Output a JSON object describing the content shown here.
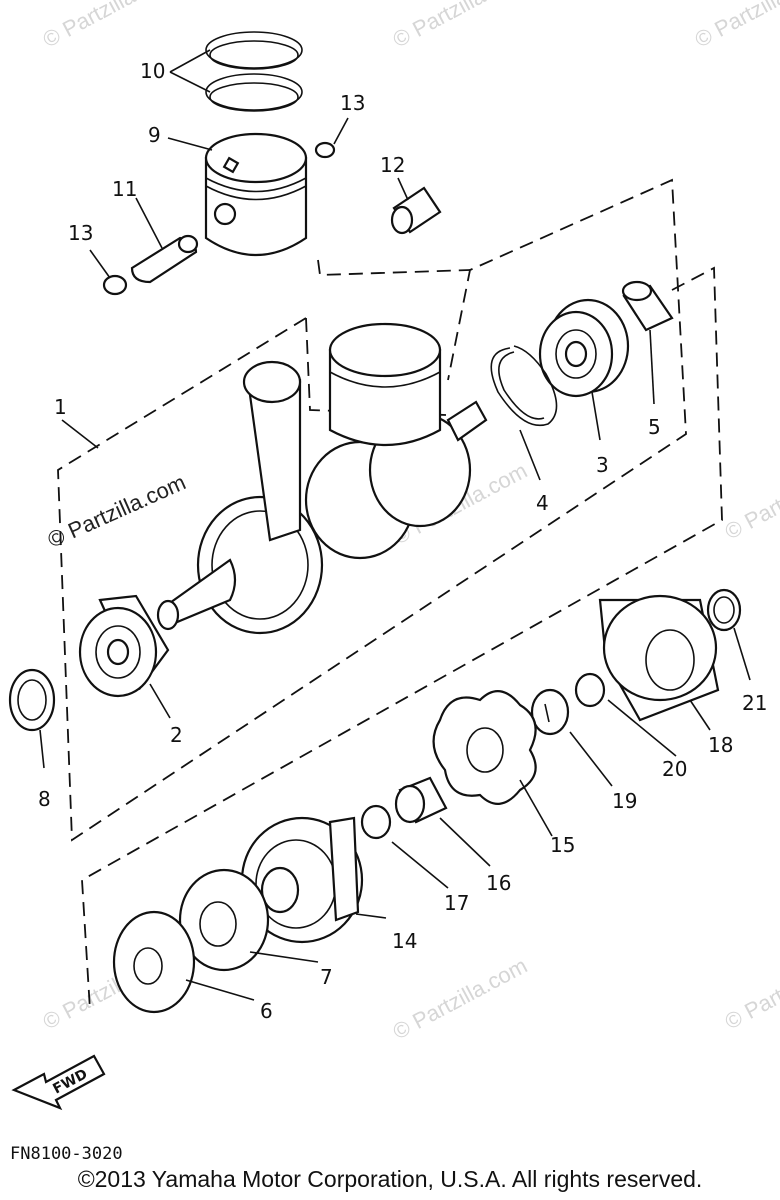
{
  "watermark_text": "© Partzilla.com",
  "watermark_repeat": "© Partzilla.com",
  "direction_label": "FWD",
  "drawing_code": "FN8100-3020",
  "copyright": "©2013  Yamaha Motor Corporation, U.S.A. All rights reserved.",
  "callouts": {
    "c1": "1",
    "c2": "2",
    "c3": "3",
    "c4": "4",
    "c5": "5",
    "c6": "6",
    "c7": "7",
    "c8": "8",
    "c9": "9",
    "c10": "10",
    "c11": "11",
    "c12": "12",
    "c13a": "13",
    "c13b": "13",
    "c14": "14",
    "c15": "15",
    "c16": "16",
    "c17": "17",
    "c18": "18",
    "c19": "19",
    "c20": "20",
    "c21": "21"
  }
}
